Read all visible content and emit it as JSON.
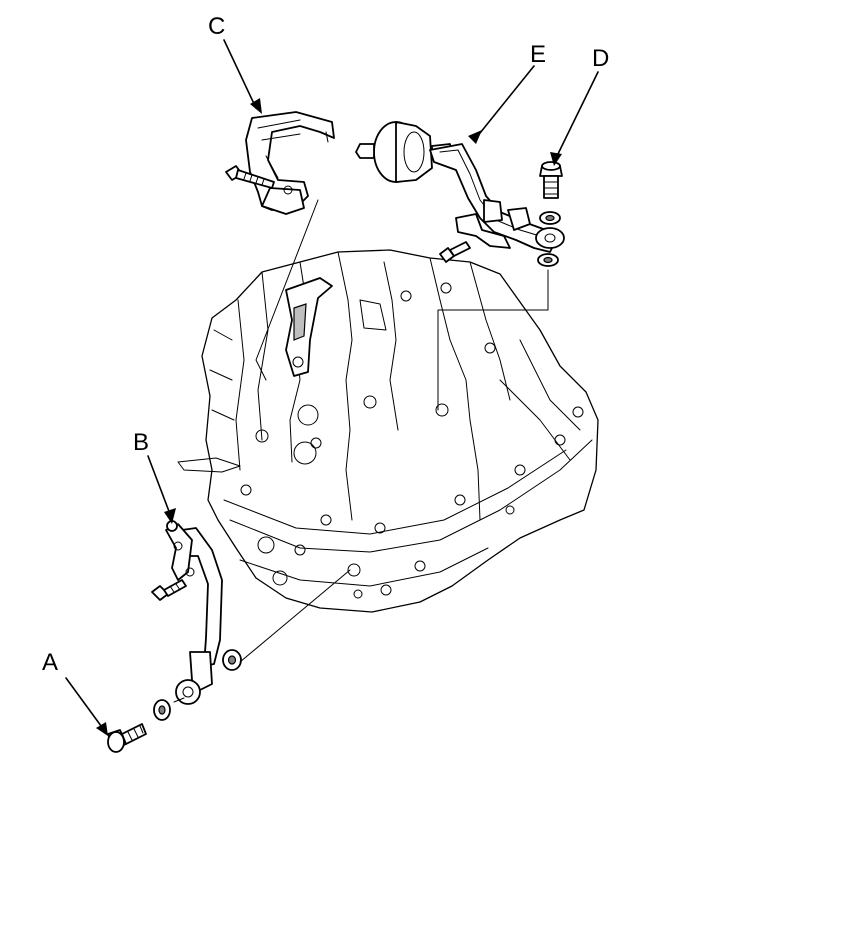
{
  "callouts": {
    "a": "A",
    "b": "B",
    "c": "C",
    "d": "D",
    "e": "E"
  }
}
